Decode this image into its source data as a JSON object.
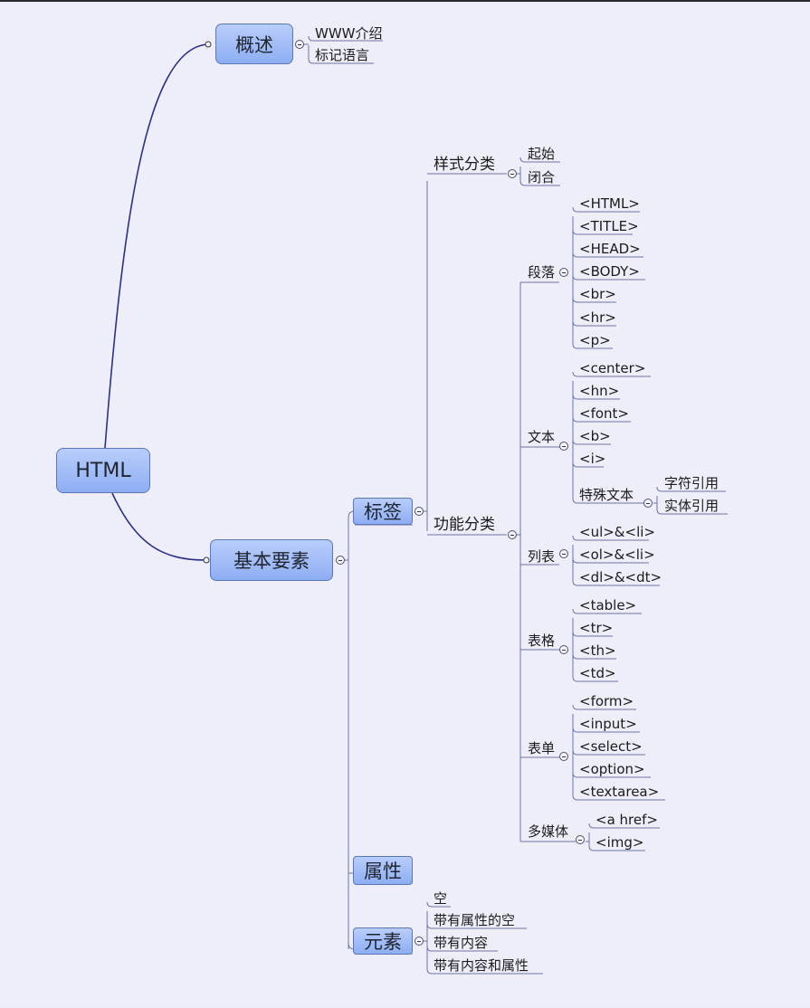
{
  "root": "HTML",
  "nodes": {
    "overview": {
      "label": "概述",
      "children": [
        "WWW介绍",
        "标记语言"
      ]
    },
    "basic": {
      "label": "基本要素",
      "tags": {
        "label": "标签",
        "style_class": {
          "label": "样式分类",
          "children": [
            "起始",
            "闭合"
          ]
        },
        "func_class": {
          "label": "功能分类",
          "paragraph": {
            "label": "段落",
            "children": [
              "<HTML>",
              "<TITLE>",
              "<HEAD>",
              "<BODY>",
              "<br>",
              "<hr>",
              "<p>"
            ]
          },
          "text": {
            "label": "文本",
            "children": [
              "<center>",
              "<hn>",
              "<font>",
              "<b>",
              "<i>"
            ],
            "special": {
              "label": "特殊文本",
              "children": [
                "字符引用",
                "实体引用"
              ]
            }
          },
          "list": {
            "label": "列表",
            "children": [
              "<ul>&<li>",
              "<ol>&<li>",
              "<dl>&<dt>"
            ]
          },
          "table": {
            "label": "表格",
            "children": [
              "<table>",
              "<tr>",
              "<th>",
              "<td>"
            ]
          },
          "form": {
            "label": "表单",
            "children": [
              "<form>",
              "<input>",
              "<select>",
              "<option>",
              "<textarea>"
            ]
          },
          "media": {
            "label": "多媒体",
            "children": [
              "<a href>",
              "<img>"
            ]
          }
        }
      },
      "attributes": {
        "label": "属性"
      },
      "elements": {
        "label": "元素",
        "children": [
          "空",
          "带有属性的空",
          "带有内容",
          "带有内容和属性"
        ]
      }
    }
  }
}
